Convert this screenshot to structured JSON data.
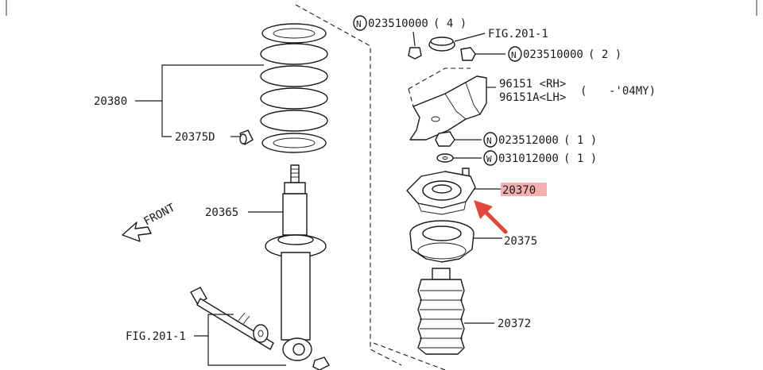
{
  "labels": {
    "p20380": "20380",
    "p20375D": "20375D",
    "p20365": "20365",
    "front": "FRONT",
    "fig_left": "FIG.201-1",
    "n1_code": "023510000",
    "n1_qty": "( 4 )",
    "fig_top": "FIG.201-1",
    "n2_code": "023510000",
    "n2_qty": "( 2 )",
    "p96151_rh": "96151 <RH>",
    "p96151a_lh": "96151A<LH>",
    "my_note_open": "(",
    "my_note": "-'04MY)",
    "n3_code": "023512000",
    "n3_qty": "( 1 )",
    "w_code": "031012000",
    "w_qty": "( 1 )",
    "p20370": "20370",
    "p20375": "20375",
    "p20372": "20372"
  },
  "symbols": {
    "nut": "N",
    "washer": "W"
  },
  "colors": {
    "highlight": "#f3b0b0",
    "arrow": "#e0463a",
    "line": "#1a1a1a"
  }
}
